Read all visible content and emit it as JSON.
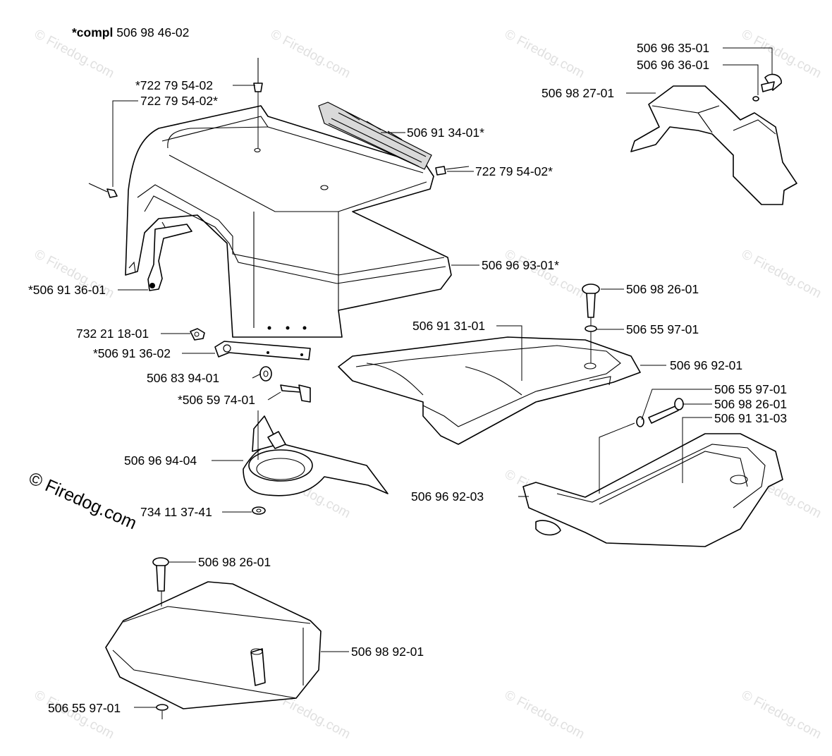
{
  "watermark": "© Firedog.com",
  "brand_mark": "© Firedog.com",
  "assembly": {
    "prefix": "*compl",
    "number": "506 98 46-02"
  },
  "labels": {
    "l01": "*722 79 54-02",
    "l02": "722 79 54-02*",
    "l03": "506 91 34-01*",
    "l04": "722 79 54-02*",
    "l05": "506 96 35-01",
    "l06": "506 96 36-01",
    "l07": "506 98 27-01",
    "l08": "506 96 93-01*",
    "l09": "*506 91 36-01",
    "l10": "506 98 26-01",
    "l11": "506 55 97-01",
    "l12": "732 21 18-01",
    "l13": "506 91 31-01",
    "l14": "*506 91 36-02",
    "l15": "506 96 92-01",
    "l16": "506 83 94-01",
    "l17": "*506 59 74-01",
    "l18": "506 55 97-01",
    "l19": "506 98 26-01",
    "l20": "506 91 31-03",
    "l21": "506 96 94-04",
    "l22": "506 96 92-03",
    "l23": "734 11 37-41",
    "l24": "506 98 26-01",
    "l25": "506 98 92-01",
    "l26": "506 55 97-01"
  }
}
